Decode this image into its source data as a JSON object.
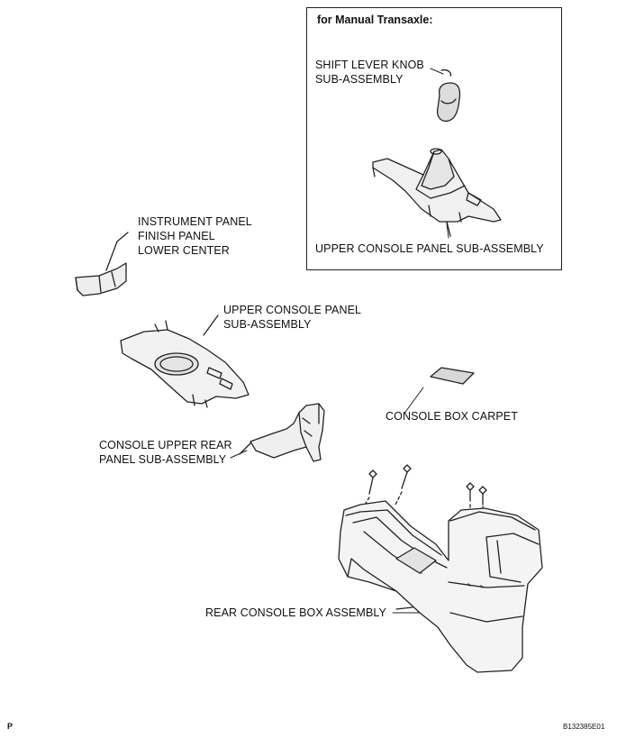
{
  "inset": {
    "title": "for Manual Transaxle:",
    "knob_label": [
      "SHIFT LEVER KNOB",
      "SUB-ASSEMBLY"
    ],
    "upper_panel_label": "UPPER CONSOLE PANEL SUB-ASSEMBLY"
  },
  "parts": {
    "instrument_panel": [
      "INSTRUMENT PANEL",
      "FINISH PANEL",
      "LOWER CENTER"
    ],
    "upper_console_panel": [
      "UPPER CONSOLE PANEL",
      "SUB-ASSEMBLY"
    ],
    "console_box_carpet": "CONSOLE BOX CARPET",
    "console_upper_rear": [
      "CONSOLE UPPER REAR",
      "PANEL SUB-ASSEMBLY"
    ],
    "rear_console_box": "REAR CONSOLE BOX ASSEMBLY"
  },
  "footer": {
    "left_mark": "P",
    "figure_code": "B132385E01"
  }
}
